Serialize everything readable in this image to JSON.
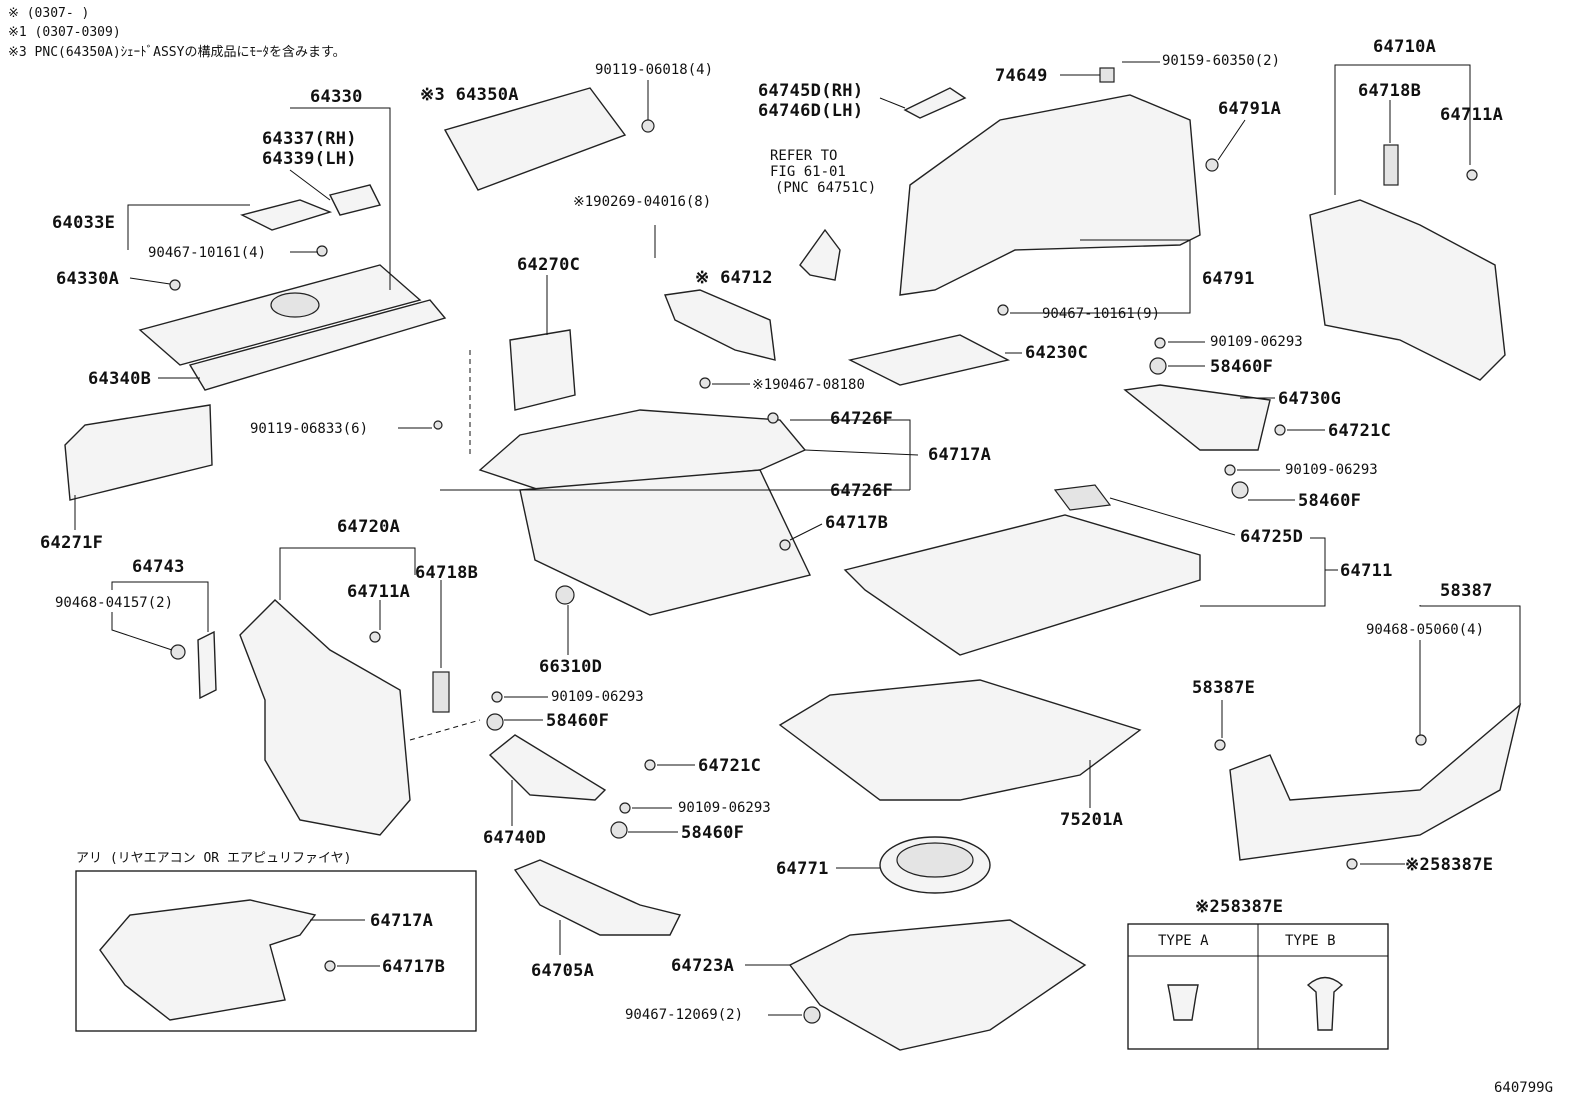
{
  "notes": {
    "line1": "※   (0307-    )",
    "line2": "※1 (0307-0309)",
    "line3": "※3 PNC(64350A)ｼｪｰﾄﾞASSYの構成品にﾓｰﾀを含みます。"
  },
  "labels": {
    "p64330": "64330",
    "p64337": "64337(RH)",
    "p64339": "64339(LH)",
    "p64033E": "64033E",
    "p90467_10161_4": "90467-10161(4)",
    "p64330A": "64330A",
    "p64340B": "64340B",
    "p64271F": "64271F",
    "p64350A": "※3 64350A",
    "p90119_06018": "90119-06018(4)",
    "p64270C": "64270C",
    "p90119_06833": "90119-06833(6)",
    "p190269": "※190269-04016(8)",
    "p64712": "※ 64712",
    "p190467": "※190467-08180",
    "p64745D": "64745D(RH)",
    "p64746D": "64746D(LH)",
    "refer1": "REFER TO",
    "refer2": "FIG 61-01",
    "refer3": "(PNC 64751C)",
    "p74649": "74649",
    "p90159": "90159-60350(2)",
    "p64791A": "64791A",
    "p64791": "64791",
    "p90467_10161_9": "90467-10161(9)",
    "p64230C": "64230C",
    "p64710A": "64710A",
    "p64718B_top": "64718B",
    "p64711A_top": "64711A",
    "p90109_a": "90109-06293",
    "p58460F_a": "58460F",
    "p64730G": "64730G",
    "p64721C_a": "64721C",
    "p90109_b": "90109-06293",
    "p58460F_b": "58460F",
    "p64726F_a": "64726F",
    "p64717A": "64717A",
    "p64726F_b": "64726F",
    "p64717B": "64717B",
    "p64725D": "64725D",
    "p64711": "64711",
    "p64720A": "64720A",
    "p64711A_mid": "64711A",
    "p64718B_mid": "64718B",
    "p64743": "64743",
    "p90468_04157": "90468-04157(2)",
    "p66310D": "66310D",
    "p90109_c": "90109-06293",
    "p58460F_c": "58460F",
    "p64721C_b": "64721C",
    "p90109_d": "90109-06293",
    "p58460F_d": "58460F",
    "p64740D": "64740D",
    "p75201A": "75201A",
    "p58387": "58387",
    "p90468_05060": "90468-05060(4)",
    "p58387E": "58387E",
    "p58387E_2": "※258387E",
    "p64771": "64771",
    "p64705A": "64705A",
    "p64723A": "64723A",
    "p90467_12069": "90467-12069(2)",
    "ari": "アリ (リヤエアコン OR エアピュリファイヤ)",
    "p64717A_inset": "64717A",
    "p64717B_inset": "64717B",
    "clip_title": "※258387E",
    "typeA": "TYPE A",
    "typeB": "TYPE B",
    "fig_code": "640799G"
  }
}
